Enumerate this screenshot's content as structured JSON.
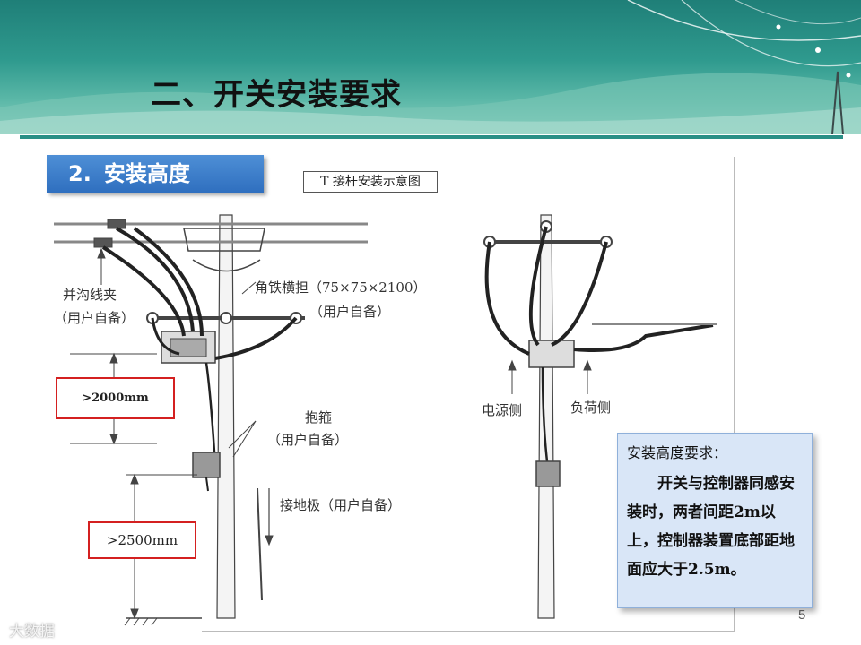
{
  "slide": {
    "title": "二、开关安装要求",
    "section_number": "2.",
    "section_title": "安装高度",
    "page_number": "5",
    "watermark": "大数据"
  },
  "diagram": {
    "title": "T 接杆安装示意图",
    "labels": {
      "clamp": "并沟线夹",
      "clamp_note": "（用户自备）",
      "crossarm": "角铁横担（75×75×2100）",
      "crossarm_note": "（用户自备）",
      "hoop": "抱箍",
      "hoop_note": "（用户自备）",
      "ground_rod": "接地极（用户自备）",
      "source_side": "电源侧",
      "load_side": "负荷侧"
    },
    "dimensions": {
      "upper": ">2000mm",
      "lower": ">2500mm"
    }
  },
  "note": {
    "title": "安装高度要求：",
    "body": "开关与控制器同感安装时，两者间距2m以上，控制器装置底部距地面应大于2.5m。"
  },
  "colors": {
    "header": "#2f9a8e",
    "badge": "#3b7fcb",
    "dimension_border": "#d42020",
    "note_bg": "#d9e6f7"
  }
}
